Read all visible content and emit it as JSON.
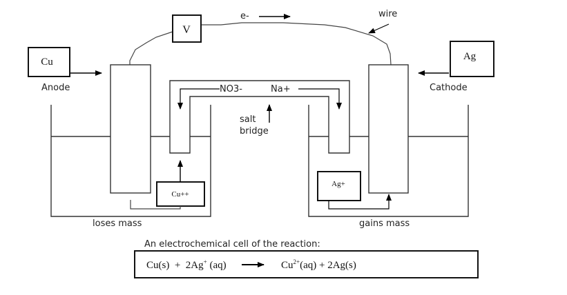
{
  "diagram": {
    "voltmeter_label": "V",
    "electron_label": "e-",
    "wire_label": "wire",
    "anode": {
      "metal": "Cu",
      "label": "Anode",
      "mass_change": "loses mass",
      "ion": "Cu++"
    },
    "cathode": {
      "metal": "Ag",
      "label": "Cathode",
      "mass_change": "gains mass",
      "ion": "Ag+"
    },
    "salt_bridge": {
      "label_line1": "salt",
      "label_line2": "bridge",
      "anion": "NO3-",
      "cation": "Na+"
    },
    "caption": "An electrochemical cell of the reaction:",
    "equation": {
      "left": "Cu(s)  +  2Ag",
      "left_sup": "+",
      "left_tail": " (aq)",
      "right": "Cu",
      "right_sup": "2+",
      "right_tail": "(aq) + 2Ag(s)"
    }
  }
}
